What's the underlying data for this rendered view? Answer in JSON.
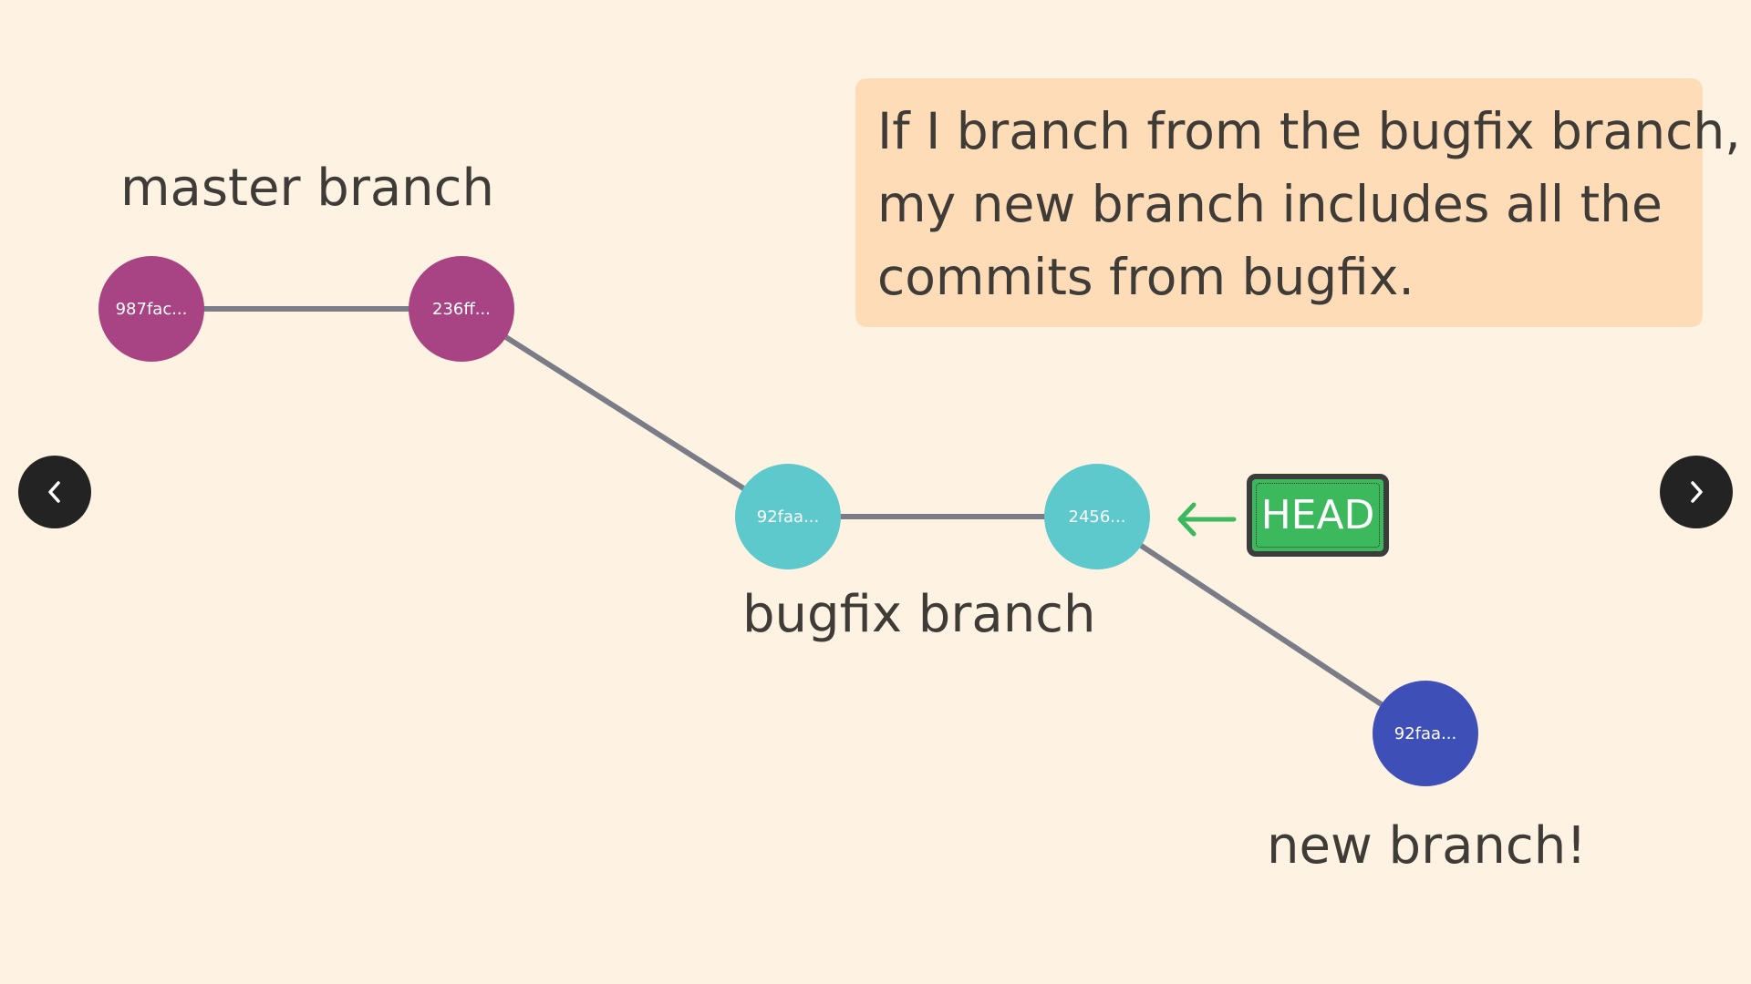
{
  "callout": {
    "lines": [
      "If I branch from the bugfix branch,",
      "my new branch includes all the",
      "commits from bugfix."
    ]
  },
  "labels": {
    "master": "master branch",
    "bugfix": "bugfix branch",
    "new": "new branch!"
  },
  "head": {
    "label": "HEAD"
  },
  "commits": [
    {
      "id": "987fac...",
      "branch": "master"
    },
    {
      "id": "236ff...",
      "branch": "master"
    },
    {
      "id": "92faa...",
      "branch": "bugfix"
    },
    {
      "id": "2456...",
      "branch": "bugfix"
    },
    {
      "id": "92faa...",
      "branch": "new"
    }
  ],
  "colors": {
    "master": "#a84384",
    "bugfix": "#5ec9cc",
    "new": "#3f4fb8",
    "edge": "#7a7d87",
    "head": "#3cb95c"
  },
  "nav": {
    "prev": "previous-slide",
    "next": "next-slide"
  }
}
